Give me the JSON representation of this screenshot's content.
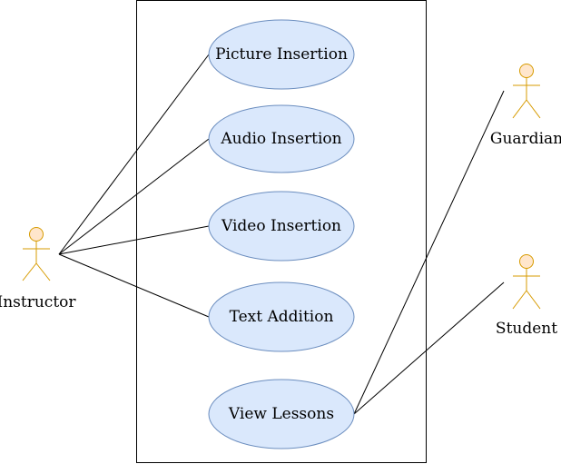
{
  "diagram": {
    "use_cases": [
      {
        "label": "Picture Insertion"
      },
      {
        "label": "Audio Insertion"
      },
      {
        "label": "Video Insertion"
      },
      {
        "label": "Text Addition"
      },
      {
        "label": "View Lessons"
      }
    ],
    "actors": [
      {
        "label": "Instructor"
      },
      {
        "label": "Guardian"
      },
      {
        "label": "Student"
      }
    ],
    "associations": [
      {
        "actor": "Instructor",
        "use_case": "Picture Insertion"
      },
      {
        "actor": "Instructor",
        "use_case": "Audio Insertion"
      },
      {
        "actor": "Instructor",
        "use_case": "Video Insertion"
      },
      {
        "actor": "Instructor",
        "use_case": "Text Addition"
      },
      {
        "actor": "Guardian",
        "use_case": "View Lessons"
      },
      {
        "actor": "Student",
        "use_case": "View Lessons"
      }
    ],
    "colors": {
      "use_case_fill": "#dae8fc",
      "use_case_stroke": "#6c8ebf",
      "actor_fill": "#ffe6cc",
      "actor_stroke": "#d79b00",
      "line": "#000000"
    }
  }
}
